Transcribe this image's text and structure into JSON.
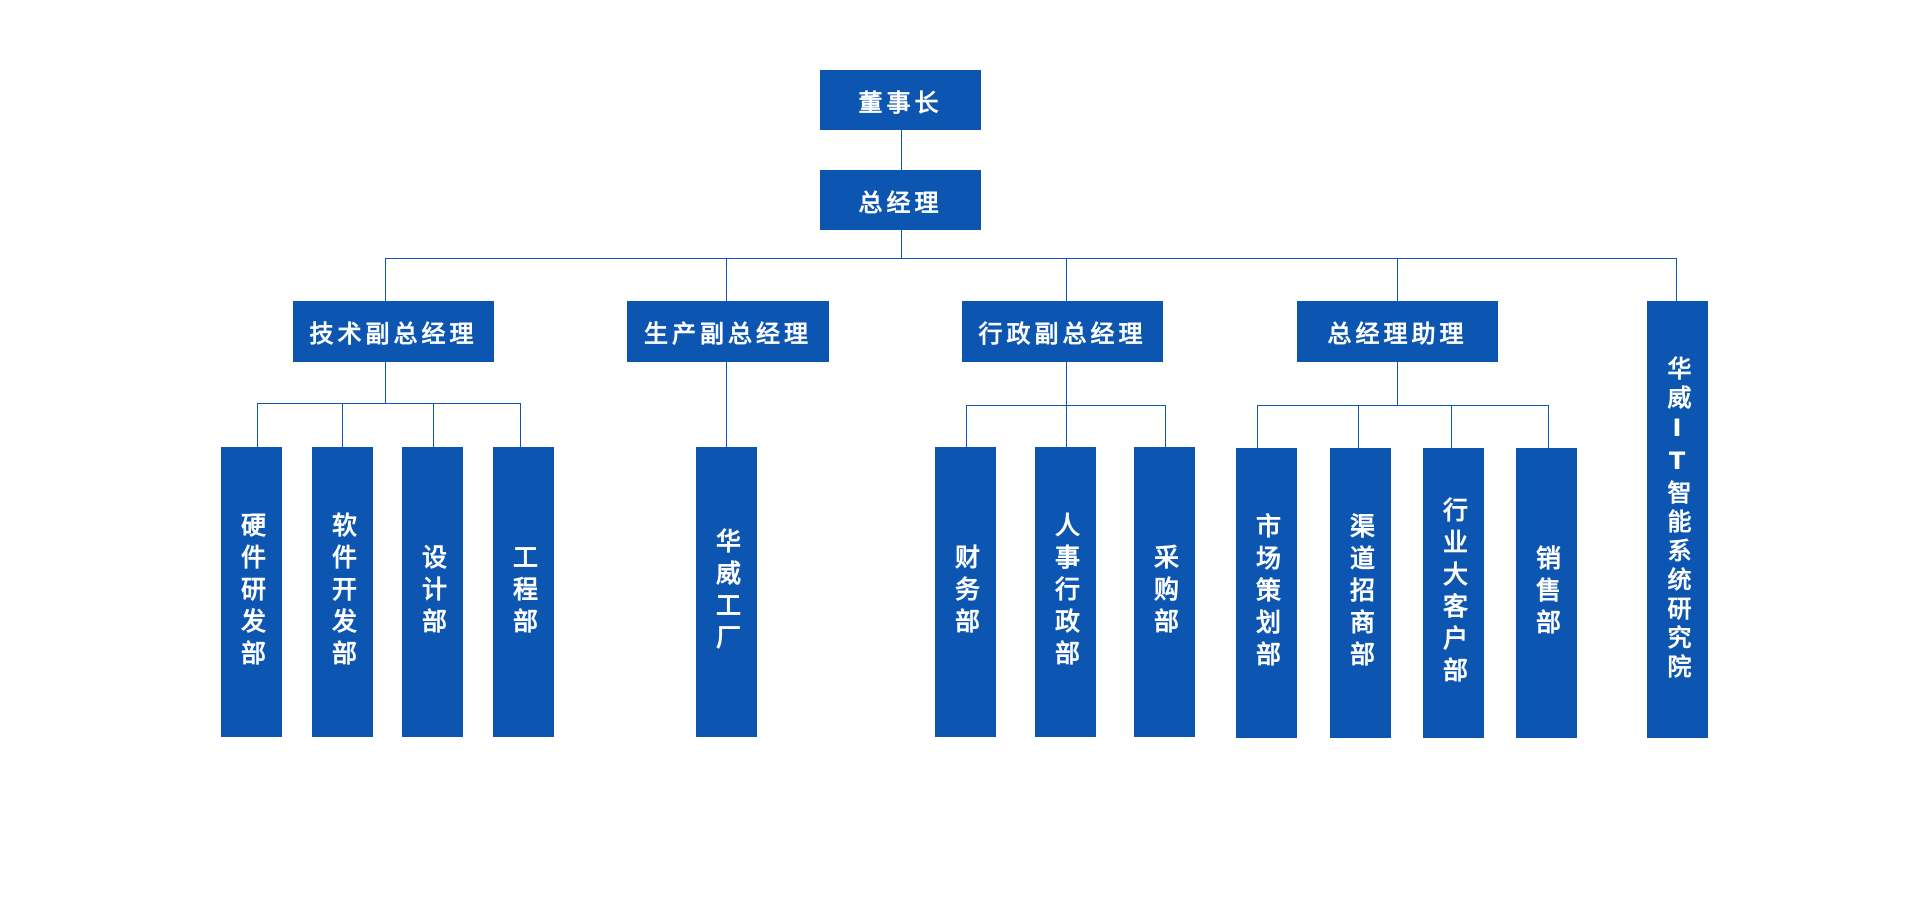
{
  "org_chart": {
    "colors": {
      "box": "#0c56b2",
      "text": "#ffffff",
      "line": "#0c56b2"
    },
    "chairman": "董事长",
    "ceo": "总经理",
    "branches": [
      {
        "title": "技术副总经理",
        "departments": [
          "硬件研发部",
          "软件开发部",
          "设计部",
          "工程部"
        ]
      },
      {
        "title": "生产副总经理",
        "departments": [
          "华威工厂"
        ]
      },
      {
        "title": "行政副总经理",
        "departments": [
          "财务部",
          "人事行政部",
          "采购部"
        ]
      },
      {
        "title": "总经理助理",
        "departments": [
          "市场策划部",
          "渠道招商部",
          "行业大客户部",
          "销售部"
        ]
      }
    ],
    "institute": "华威IT智能系统研究院"
  }
}
